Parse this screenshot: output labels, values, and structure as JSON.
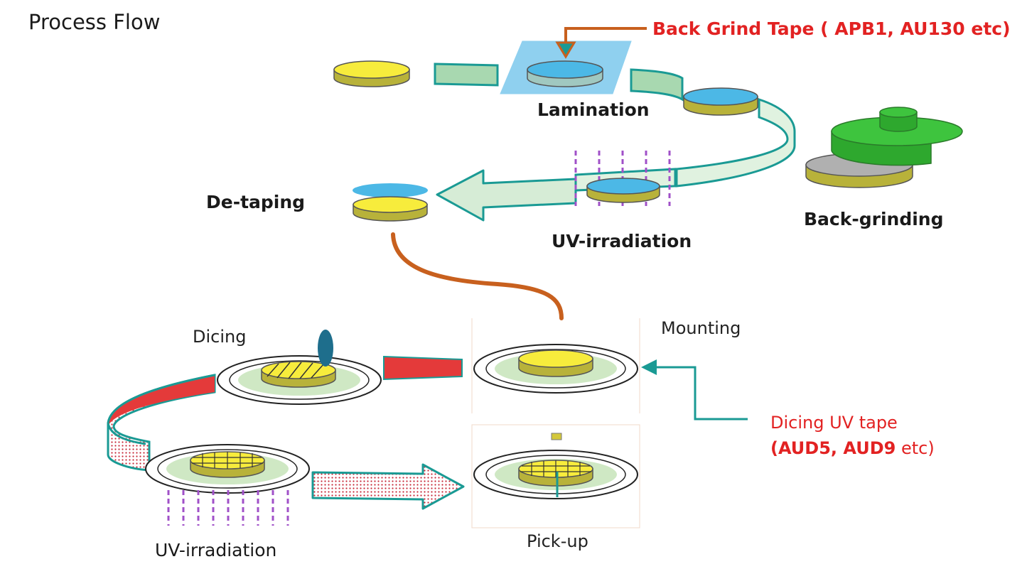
{
  "title": "Process Flow",
  "back_grind_tape_label": "Back Grind Tape ( APB1, AU130 etc)",
  "steps": {
    "lamination": "Lamination",
    "back_grinding": "Back-grinding",
    "uv_irradiation_top": "UV-irradiation",
    "de_taping": "De-taping",
    "mounting": "Mounting",
    "dicing": "Dicing",
    "uv_irradiation_bottom": "UV-irradiation",
    "pick_up": "Pick-up"
  },
  "dicing_uv_tape": {
    "line1": "Dicing UV tape",
    "open_paren": "(",
    "products": "AUD5, AUD9",
    "suffix": " etc",
    "close_paren": ")"
  },
  "colors": {
    "teal": "#1a9a94",
    "light_green_band": "#d6ecd6",
    "wafer_yellow": "#f7ec3c",
    "wafer_olive": "#b8b23a",
    "tape_blue": "#4cb8e6",
    "grinder_green": "#3ec43e",
    "red_band": "#e43a3a",
    "orange_connector": "#c8601e",
    "label_red": "#e22222",
    "uv_purple": "#a050c8"
  }
}
